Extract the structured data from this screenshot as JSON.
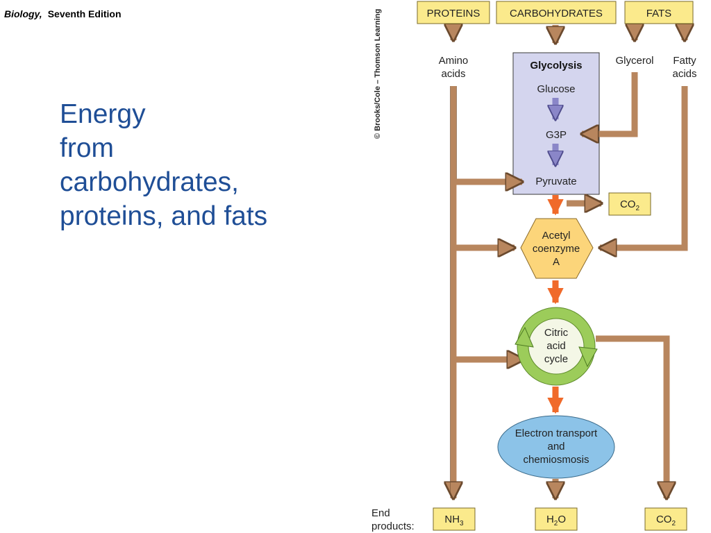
{
  "header": {
    "book": "Biology,",
    "edition": "Seventh Edition"
  },
  "title_lines": [
    "Energy",
    "from",
    "carbohydrates,",
    "proteins, and fats"
  ],
  "credit": "© Brooks/Cole – Thomson Learning",
  "colors": {
    "title": "#1f4e96",
    "box_fill": "#fbea8c",
    "box_stroke": "#7a6a2a",
    "brown_arrow": "#b8865e",
    "brown_arrow_stroke": "#6b4a2e",
    "orange_arrow": "#f06a2a",
    "purple_arrow": "#8a86c8",
    "glycolysis_panel": "#d4d5ee",
    "acetyl_fill": "#fcd57a",
    "citric_ring": "#9ccc5a",
    "citric_inner": "#f4f7e6",
    "electron_fill": "#8cc3e8"
  },
  "diagram": {
    "sources": {
      "proteins": "PROTEINS",
      "carbohydrates": "CARBOHYDRATES",
      "fats": "FATS"
    },
    "intermediates": {
      "amino_acids": [
        "Amino",
        "acids"
      ],
      "glycerol": "Glycerol",
      "fatty_acids": [
        "Fatty",
        "acids"
      ]
    },
    "glycolysis": {
      "title": "Glycolysis",
      "glucose": "Glucose",
      "g3p": "G3P",
      "pyruvate": "Pyruvate"
    },
    "co2_top": {
      "base": "CO",
      "sub": "2"
    },
    "acetyl": [
      "Acetyl",
      "coenzyme",
      "A"
    ],
    "citric": [
      "Citric",
      "acid",
      "cycle"
    ],
    "electron": [
      "Electron transport",
      "and",
      "chemiosmosis"
    ],
    "end_products_label": [
      "End",
      "products:"
    ],
    "products": {
      "nh3": {
        "base": "NH",
        "sub": "3"
      },
      "h2o": {
        "base": "H",
        "sub": "2",
        "tail": "O"
      },
      "co2": {
        "base": "CO",
        "sub": "2"
      }
    }
  }
}
